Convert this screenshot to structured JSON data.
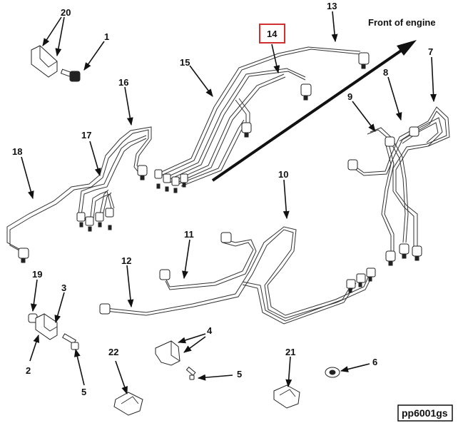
{
  "header": {
    "front_label": "Front of engine"
  },
  "callouts": {
    "c20": "20",
    "c1": "1",
    "c16": "16",
    "c17": "17",
    "c18": "18",
    "c15": "15",
    "c14": "14",
    "c13": "13",
    "c7": "7",
    "c8": "8",
    "c9": "9",
    "c10": "10",
    "c11": "11",
    "c12": "12",
    "c19": "19",
    "c3": "3",
    "c2": "2",
    "c5a": "5",
    "c4": "4",
    "c5b": "5",
    "c22": "22",
    "c21": "21",
    "c6": "6"
  },
  "highlight": {
    "callout": "14",
    "color": "#d32f2f"
  },
  "footer": {
    "ref_code": "pp6001gs"
  }
}
